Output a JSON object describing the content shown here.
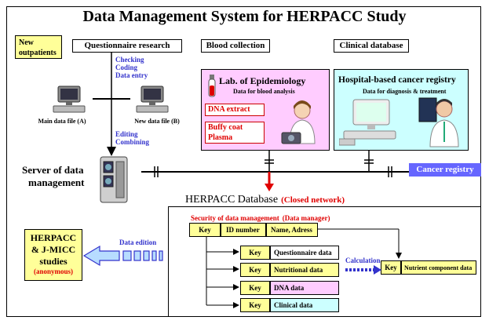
{
  "title": "Data Management System for HERPACC Study",
  "new_outpatients": "New outpatients",
  "sources": {
    "questionnaire": "Questionnaire research",
    "blood": "Blood collection",
    "clinical": "Clinical database"
  },
  "steps_top": [
    "Checking",
    "Coding",
    "Data entry"
  ],
  "steps_bottom": [
    "Editing",
    "Combining"
  ],
  "main_file": "Main data file (A)",
  "new_file": "New data file (B)",
  "lab": {
    "title": "Lab. of Epidemiology",
    "subtitle": "Data for blood analysis",
    "items": [
      "DNA extract",
      "Buffy coat",
      "Plasma"
    ]
  },
  "hospital": {
    "title": "Hospital-based cancer registry",
    "subtitle": "Data for diagnosis & treatment"
  },
  "server": [
    "Server of data",
    "management"
  ],
  "cancer_registry": "Cancer registry",
  "database": {
    "title": "HERPACC Database",
    "network": "(Closed network)",
    "security": "Security of data management",
    "manager": "(Data manager)",
    "top_key": "Key",
    "id_number": "ID number",
    "name_address": "Name, Adress",
    "rows": [
      {
        "key": "Key",
        "label": "Questionnaire data"
      },
      {
        "key": "Key",
        "label": "Nutritional data"
      },
      {
        "key": "Key",
        "label": "DNA data"
      },
      {
        "key": "Key",
        "label": "Clinical data"
      }
    ],
    "calculation": "Calculation",
    "nutrient_key": "Key",
    "nutrient_label": "Nutrient component data"
  },
  "data_edition": "Data edition",
  "herpacc": {
    "lines": [
      "HERPACC",
      "& J-MICC",
      "studies"
    ],
    "note": "(anonymous)"
  },
  "colors": {
    "yellow": "#ffff99",
    "pink": "#ffccff",
    "cyan": "#ccffff",
    "blue_label": "#3333cc",
    "red": "#e00000",
    "light_blue": "#b7dcff",
    "cancer_registry_bg": "#6666ff"
  }
}
